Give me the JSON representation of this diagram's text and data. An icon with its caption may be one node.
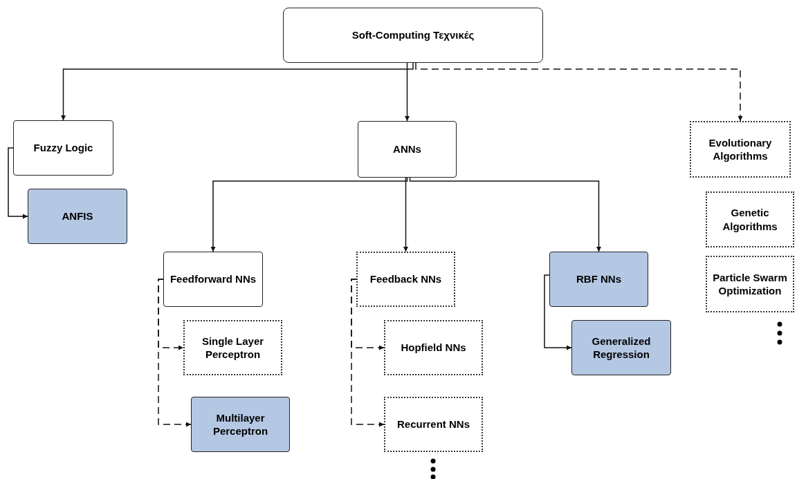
{
  "diagram": {
    "nodes": [
      {
        "text": [
          "Soft-Computing Τεχνικές"
        ]
      },
      {
        "text": [
          "Fuzzy Logic"
        ]
      },
      {
        "text": [
          "ANFIS"
        ]
      },
      {
        "text": [
          "ANNs"
        ]
      },
      {
        "text": [
          "Evolutionary Algorithms"
        ]
      },
      {
        "text": [
          "Genetic Algorithms"
        ]
      },
      {
        "text": [
          "Particle Swarm Optimization"
        ]
      },
      {
        "text": [
          "Feedforward NNs"
        ]
      },
      {
        "text": [
          "Single Layer Perceptron"
        ]
      },
      {
        "text": [
          "Multilayer Perceptron"
        ]
      },
      {
        "text": [
          "Feedback NNs"
        ]
      },
      {
        "text": [
          "Hopfield NNs"
        ]
      },
      {
        "text": [
          "Recurrent NNs"
        ]
      },
      {
        "text": [
          "RBF NNs"
        ]
      },
      {
        "text": [
          "Generalized Regression"
        ]
      }
    ],
    "edges": [
      {
        "from": 0,
        "to": 1,
        "arrow": "to"
      },
      {
        "from": 0,
        "to": 3,
        "arrow": "to"
      },
      {
        "from": 0,
        "to": 4,
        "arrow": "to",
        "style": "dashed"
      },
      {
        "from": 1,
        "to": 2,
        "arrow": "to"
      },
      {
        "from": 3,
        "to": 7,
        "arrow": "to"
      },
      {
        "from": 3,
        "to": 10,
        "arrow": "to"
      },
      {
        "from": 3,
        "to": 13,
        "arrow": "to"
      },
      {
        "from": 7,
        "to": 8,
        "arrow": "to",
        "style": "dashed"
      },
      {
        "from": 7,
        "to": 9,
        "arrow": "to",
        "style": "dashed"
      },
      {
        "from": 10,
        "to": 11,
        "arrow": "to",
        "style": "dashed"
      },
      {
        "from": 10,
        "to": 12,
        "arrow": "to",
        "style": "dashed"
      },
      {
        "from": 13,
        "to": 14,
        "arrow": "to"
      }
    ]
  }
}
